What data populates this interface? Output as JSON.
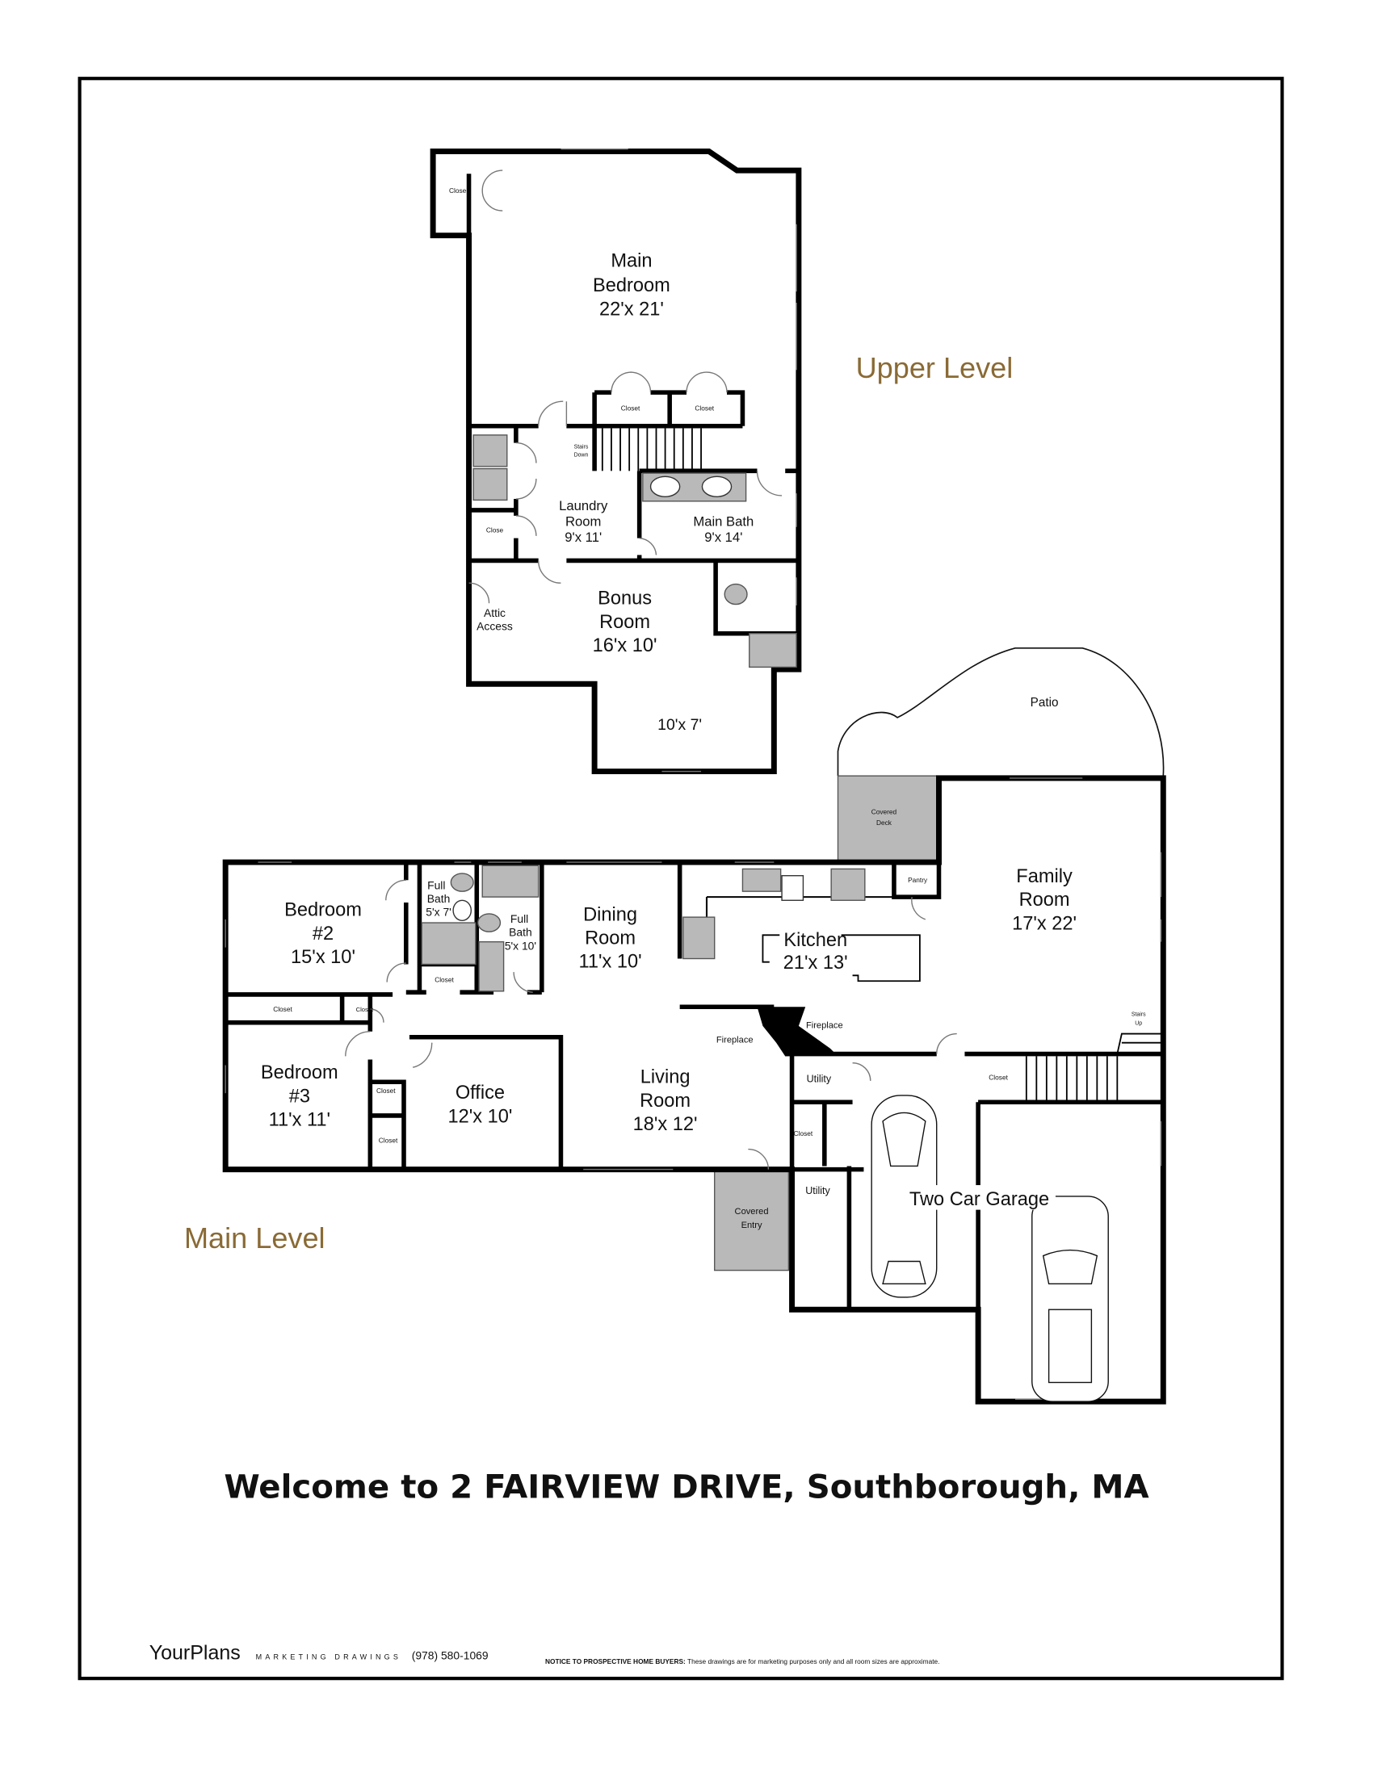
{
  "title": "Welcome to 2 FAIRVIEW DRIVE, Southborough, MA",
  "upper_level": {
    "heading": "Upper Level",
    "labels": [
      {
        "lines": [
          "Close"
        ]
      },
      {
        "lines": [
          "Main",
          "Bedroom",
          "22'x 21'"
        ]
      },
      {
        "lines": [
          "Closet"
        ]
      },
      {
        "lines": [
          "Closet"
        ]
      },
      {
        "lines": [
          "Stairs",
          "Down"
        ]
      },
      {
        "lines": [
          "Laundry",
          "Room",
          "9'x 11'"
        ]
      },
      {
        "lines": [
          "Close"
        ]
      },
      {
        "lines": [
          "Main Bath",
          "9'x 14'"
        ]
      },
      {
        "lines": [
          "Bonus",
          "Room",
          "16'x 10'"
        ]
      },
      {
        "lines": [
          "Attic",
          "Access"
        ]
      },
      {
        "lines": [
          "10'x 7'"
        ]
      }
    ]
  },
  "main_level": {
    "heading": "Main Level",
    "labels": [
      {
        "lines": [
          "Patio"
        ]
      },
      {
        "lines": [
          "Covered",
          "Deck"
        ]
      },
      {
        "lines": [
          "Pantry"
        ]
      },
      {
        "lines": [
          "Family",
          "Room",
          "17'x 22'"
        ]
      },
      {
        "lines": [
          "Bedroom",
          "#2",
          "15'x 10'"
        ]
      },
      {
        "lines": [
          "Full",
          "Bath",
          "5'x 7'"
        ]
      },
      {
        "lines": [
          "Full",
          "Bath",
          "5'x 10'"
        ]
      },
      {
        "lines": [
          "Dining",
          "Room",
          "11'x 10'"
        ]
      },
      {
        "lines": [
          "Kitchen",
          "21'x 13'"
        ]
      },
      {
        "lines": [
          "Closet"
        ]
      },
      {
        "lines": [
          "Closet"
        ]
      },
      {
        "lines": [
          "Closet"
        ]
      },
      {
        "lines": [
          "Fireplace"
        ]
      },
      {
        "lines": [
          "Fireplace"
        ]
      },
      {
        "lines": [
          "Stairs",
          "Up"
        ]
      },
      {
        "lines": [
          "Bedroom",
          "#3",
          "11'x 11'"
        ]
      },
      {
        "lines": [
          "Closet"
        ]
      },
      {
        "lines": [
          "Office",
          "12'x 10'"
        ]
      },
      {
        "lines": [
          "Living",
          "Room",
          "18'x 12'"
        ]
      },
      {
        "lines": [
          "Utility"
        ]
      },
      {
        "lines": [
          "Closet"
        ]
      },
      {
        "lines": [
          "Closet"
        ]
      },
      {
        "lines": [
          "Closet"
        ]
      },
      {
        "lines": [
          "Utility"
        ]
      },
      {
        "lines": [
          "Two Car Garage"
        ]
      },
      {
        "lines": [
          "Covered",
          "Entry"
        ]
      }
    ]
  },
  "footer": {
    "brand": "YourPlans",
    "tagline": "MARKETING DRAWINGS",
    "phone": "(978) 580-1069",
    "notice_label": "NOTICE TO PROSPECTIVE HOME BUYERS:",
    "notice_text": " These drawings are for marketing purposes only and all room sizes are approximate."
  },
  "colors": {
    "level_heading": "#8a6a35",
    "fixture_fill": "#b9b9b9",
    "wall": "#000000"
  }
}
